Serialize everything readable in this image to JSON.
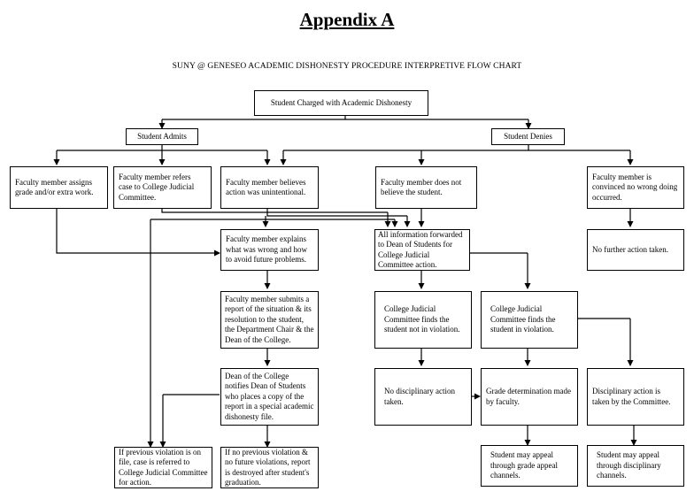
{
  "title": "Appendix A",
  "subtitle": "SUNY @ GENESEO ACADEMIC DISHONESTY PROCEDURE INTERPRETIVE FLOW CHART",
  "nodes": {
    "charged": "Student Charged with Academic Dishonesty",
    "admits": "Student Admits",
    "denies": "Student Denies",
    "assigns_grade": "Faculty member assigns grade and/or extra work.",
    "refers_case": "Faculty member refers case to College Judicial Committee.",
    "believes_unintentional": "Faculty member believes action was unintentional.",
    "does_not_believe": "Faculty member does not believe the student.",
    "convinced_no_wrong": "Faculty member is convinced no wrong doing occurred.",
    "explains": "Faculty member explains what was wrong and how to avoid future problems.",
    "forwarded": "All information forwarded to Dean of Students for College Judicial Committee action.",
    "no_further_action": "No further action taken.",
    "submits_report": "Faculty member submits a report of the situation & its resolution to the student, the Department Chair & the Dean of the College.",
    "not_in_violation": "College Judicial Committee finds the student not in violation.",
    "in_violation": "College Judicial Committee finds the student in violation.",
    "dean_notifies": "Dean of the College notifies Dean of Students who places a copy of the report in a special academic dishonesty file.",
    "no_disciplinary": "No disciplinary action taken.",
    "grade_determination": "Grade determination made by faculty.",
    "disciplinary_taken": "Disciplinary action is taken by the Committee.",
    "previous_violation": "If previous violation is on file, case is referred to College Judicial Committee for action.",
    "no_previous_violation": "If no previous violation & no future violations, report is destroyed after student's graduation.",
    "appeal_grade": "Student may appeal through grade appeal channels.",
    "appeal_disciplinary": "Student may appeal through disciplinary channels."
  }
}
